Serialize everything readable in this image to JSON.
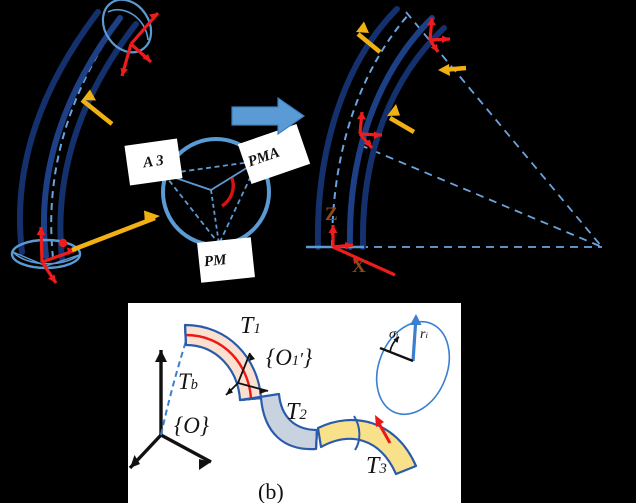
{
  "figure": {
    "caption": "(b)",
    "background_color": "#000000"
  },
  "colors": {
    "tube_dark_navy": "#14316e",
    "tube_mid_navy": "#1c3f86",
    "light_blue": "#5b9bd5",
    "dashed_blue": "#6ba4dd",
    "red": "#ee1c1c",
    "orange_arrow": "#f2b113",
    "axis_label_brown": "#8a4a1c",
    "segment1_fill": "#fbe0d0",
    "segment2_fill": "#c9d3e0",
    "segment3_fill": "#f9e08a",
    "segment_outline": "#2a5bab",
    "panel_background": "#ffffff",
    "black": "#111111"
  },
  "panel_a_left": {
    "name": "undeformed-pma-bundle",
    "labels": {
      "pma3": "A 3",
      "pma1": "PMA",
      "pma2": "PM"
    },
    "cross_section": {
      "name": "cross-section-circle",
      "vertex_labels": [
        "A 3",
        "PMA",
        "PM"
      ],
      "angle_arc": "red-arc"
    },
    "arrows": {
      "orange_upper": "orange-arrow-upper",
      "orange_lower": "orange-arrow-lower",
      "red_frame_top": "red-coordinate-frame-top",
      "red_frame_bottom": "red-coordinate-frame-bottom"
    }
  },
  "transition": {
    "name": "blue-block-arrow",
    "direction": "right"
  },
  "panel_a_right": {
    "name": "deformed-pma-bundle",
    "axes": {
      "z_label": "Z",
      "x_label": "X"
    },
    "arrows": {
      "orange_1": "orange-arrow-1",
      "orange_2": "orange-arrow-2",
      "orange_3": "orange-arrow-3",
      "red_frame_tip": "red-coordinate-frame-tip",
      "red_frame_mid": "red-coordinate-frame-mid",
      "red_frame_base": "red-coordinate-frame-base"
    },
    "curvature_lines": "dashed-radius-lines"
  },
  "panel_b": {
    "name": "continuum-robot-kinematics",
    "caption": "(b)",
    "base_frame": "{O}",
    "base_transform": "T_b",
    "segments": [
      {
        "id": "seg1",
        "transform_label": "T",
        "transform_sub": "1",
        "frame_label": "{O'",
        "frame_sub": "1",
        "frame_close": "}",
        "fill": "#fbe0d0",
        "centerline": "red"
      },
      {
        "id": "seg2",
        "transform_label": "T",
        "transform_sub": "2",
        "fill": "#c9d3e0"
      },
      {
        "id": "seg3",
        "transform_label": "T",
        "transform_sub": "3",
        "fill": "#f9e08a"
      }
    ],
    "inset": {
      "name": "cross-section-inset",
      "angle_symbol": "σ",
      "angle_sub": "i",
      "radius_symbol": "r",
      "radius_sub": "i"
    },
    "labels": {
      "Tb": "T",
      "Tb_sub": "b",
      "O": "{O}",
      "T1": "T",
      "T1_sub": "1",
      "T2": "T",
      "T2_sub": "2",
      "T3": "T",
      "T3_sub": "3",
      "O1prime_open": "{O",
      "O1prime_prime": "′",
      "O1prime_sub": "1",
      "O1prime_close": "}"
    }
  }
}
